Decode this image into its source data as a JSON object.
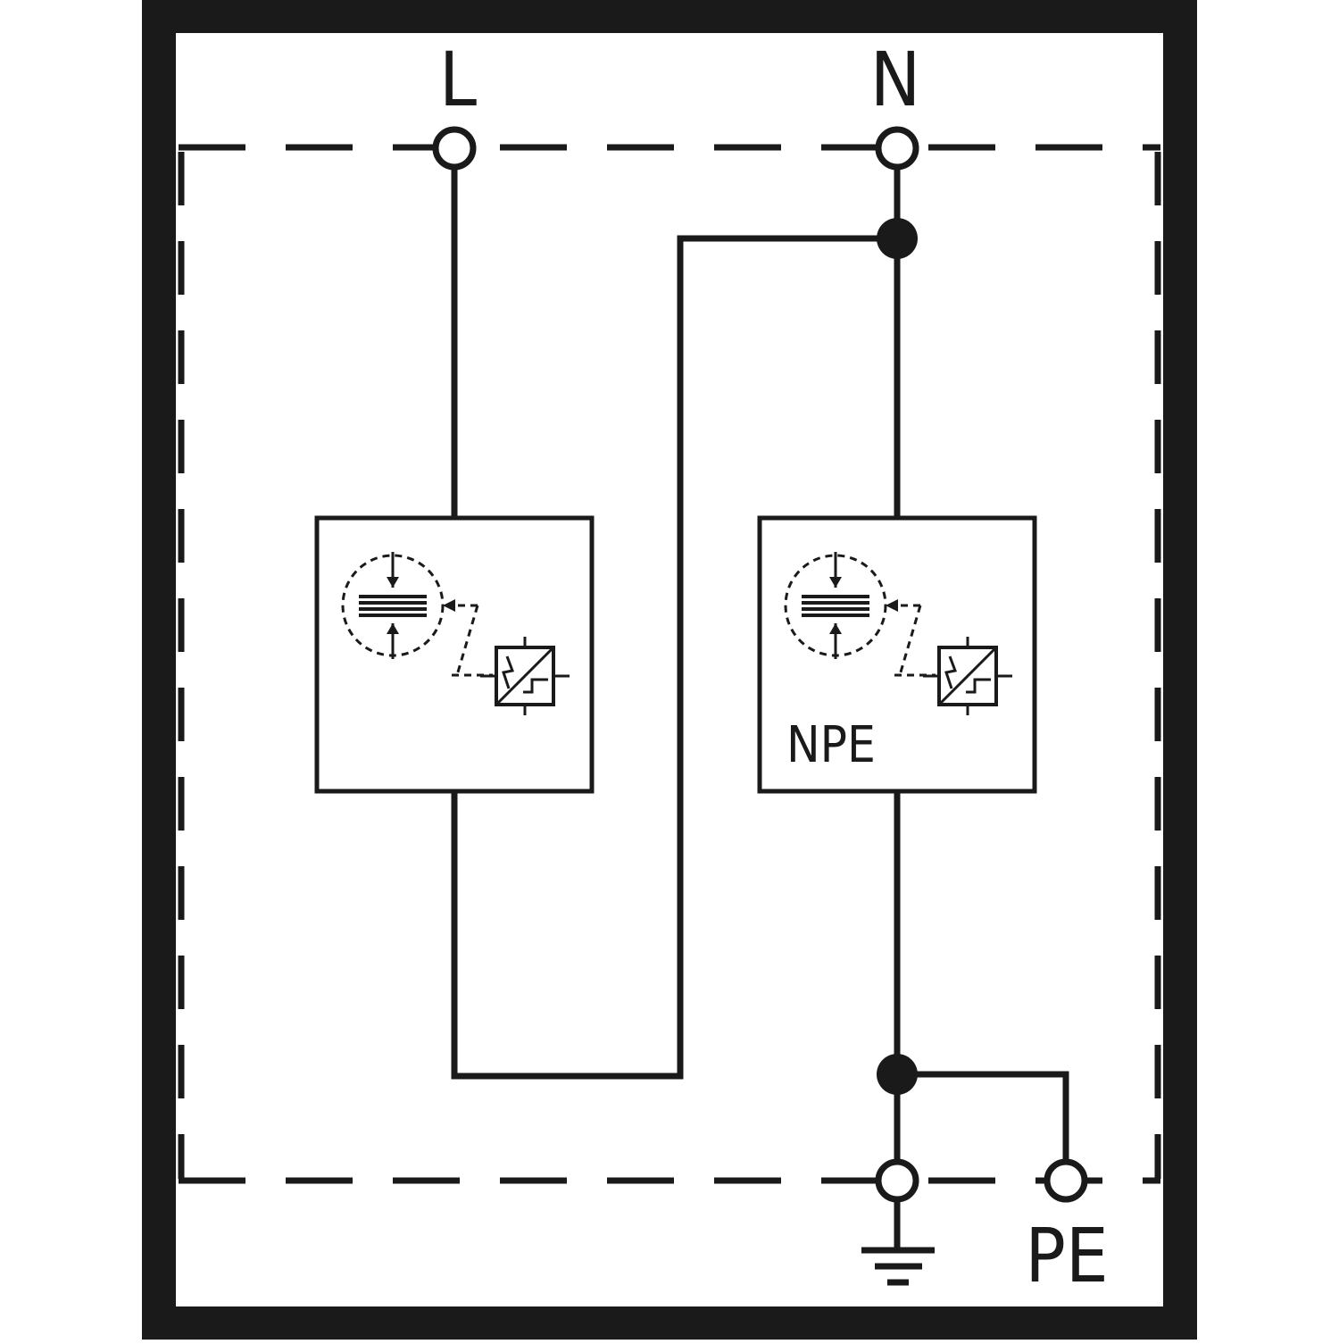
{
  "terminals": {
    "line_label": "L",
    "neutral_label": "N",
    "pe_label": "PE"
  },
  "modules": {
    "left_label": "",
    "right_label": "NPE"
  },
  "colors": {
    "stroke": "#1a1a1a",
    "background": "#ffffff"
  },
  "icons": [
    "ground-symbol-icon",
    "spark-gap-icon",
    "varistor-icon"
  ]
}
